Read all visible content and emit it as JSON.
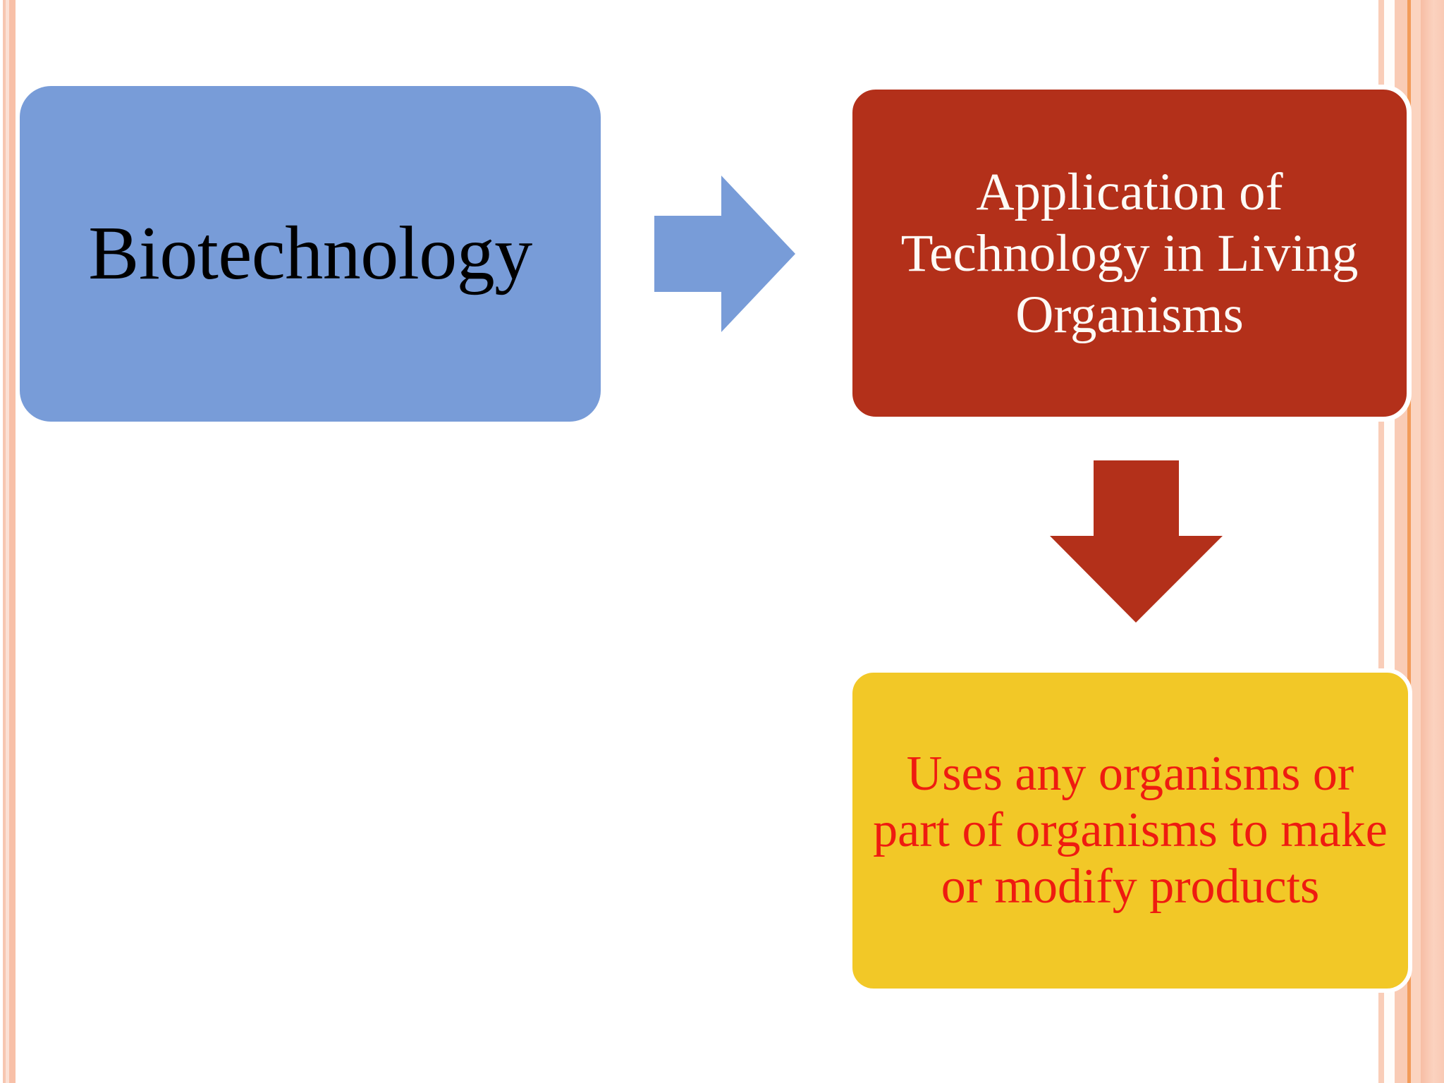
{
  "slide": {
    "background_color": "#ffffff",
    "decor": {
      "left_rule_colors": [
        "#f7c6b0",
        "#fbe0d4",
        "#f8c0a8"
      ],
      "right_band_colors": [
        "#f9cdb8",
        "#fffdfb",
        "#f9cbb5",
        "#f08a3c",
        "#fbd4c0",
        "#f7bda4"
      ]
    }
  },
  "diagram": {
    "nodes": [
      {
        "id": "biotechnology",
        "label": "Biotechnology",
        "fill_color": "#789cd8",
        "text_color": "#000000"
      },
      {
        "id": "application",
        "label": "Application of Technology in Living Organisms",
        "fill_color": "#b3301a",
        "text_color": "#ffffff",
        "border_color": "#ffffff"
      },
      {
        "id": "uses",
        "label": "Uses any organisms or part of organisms to make or modify products",
        "fill_color": "#f2c827",
        "text_color": "#ef1b10",
        "border_color": "#ffffff"
      }
    ],
    "arrows": [
      {
        "id": "biotechnology-to-application",
        "direction": "right",
        "color": "#789cd8"
      },
      {
        "id": "application-to-uses",
        "direction": "down",
        "color": "#b3301a"
      }
    ]
  }
}
